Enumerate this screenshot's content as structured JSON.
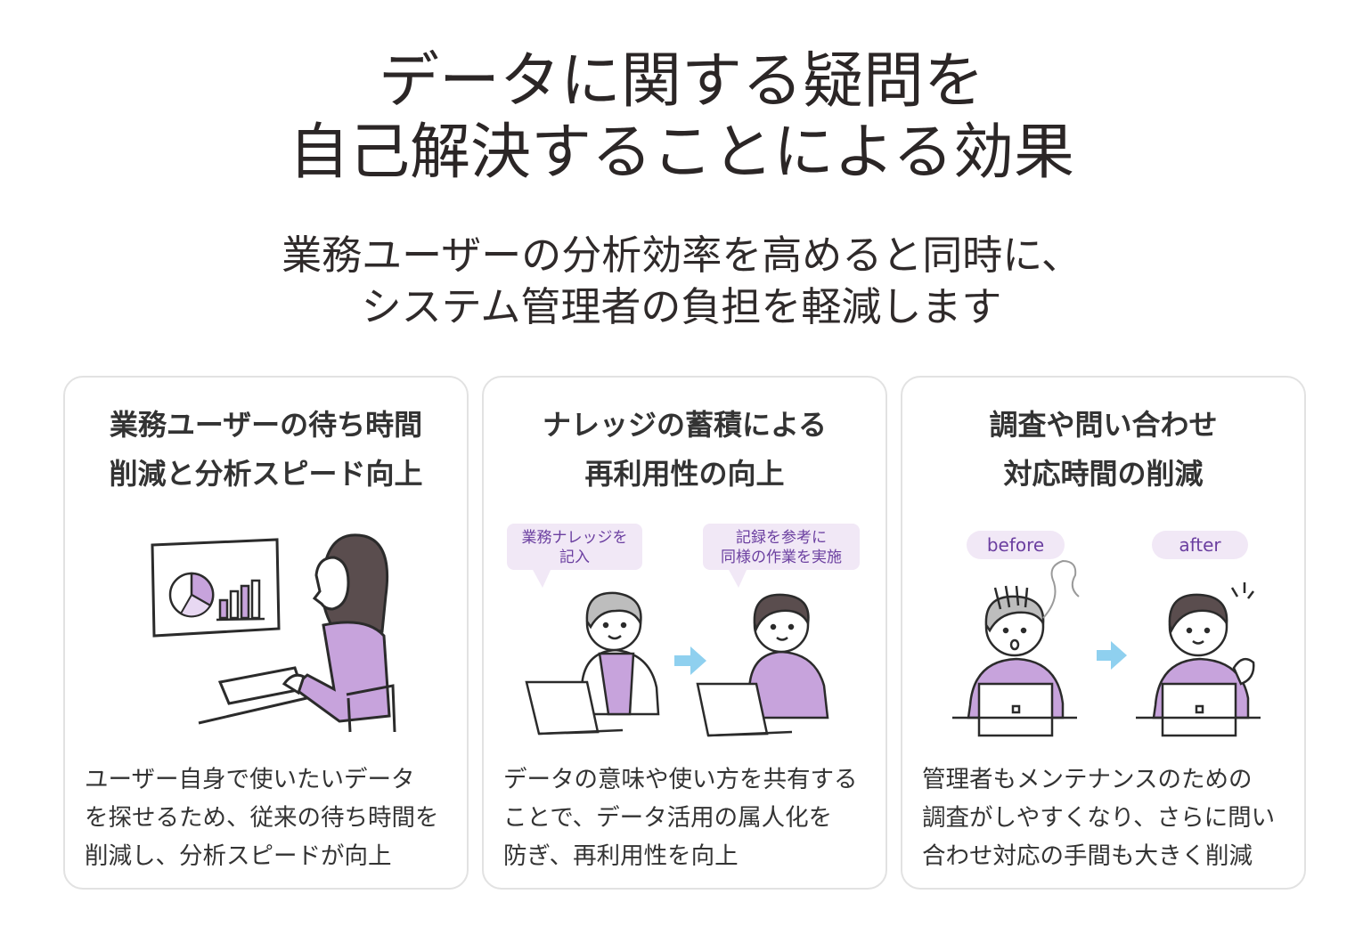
{
  "header": {
    "title_lines": [
      "データに関する疑問を",
      "自己解決することによる効果"
    ],
    "subtitle_lines": [
      "業務ユーザーの分析効率を高めると同時に、",
      "システム管理者の負担を軽減します"
    ]
  },
  "cards": [
    {
      "title_lines": [
        "業務ユーザーの待ち時間",
        "削減と分析スピード向上"
      ],
      "desc_lines": [
        "ユーザー自身で使いたいデータ",
        "を探せるため、従来の待ち時間を",
        "削減し、分析スピードが向上"
      ]
    },
    {
      "title_lines": [
        "ナレッジの蓄積による",
        "再利用性の向上"
      ],
      "bubbles": [
        {
          "lines": [
            "業務ナレッジを",
            "記入"
          ]
        },
        {
          "lines": [
            "記録を参考に",
            "同様の作業を実施"
          ]
        }
      ],
      "desc_lines": [
        "データの意味や使い方を共有する",
        "ことで、データ活用の属人化を",
        "防ぎ、再利用性を向上"
      ]
    },
    {
      "title_lines": [
        "調査や問い合わせ",
        "対応時間の削減"
      ],
      "labels": {
        "before": "before",
        "after": "after"
      },
      "desc_lines": [
        "管理者もメンテナンスのための",
        "調査がしやすくなり、さらに問い",
        "合わせ対応の手間も大きく削減"
      ]
    }
  ],
  "colors": {
    "accent_purple": "#c7a3dc",
    "bubble_bg": "#f1e8f6",
    "bubble_text": "#6b3fa0",
    "arrow_blue": "#8fd0ef",
    "border": "#e2e2e2"
  },
  "icons": [
    "pie-chart-icon",
    "bar-chart-icon",
    "arrow-right-icon",
    "laptop-icon"
  ]
}
